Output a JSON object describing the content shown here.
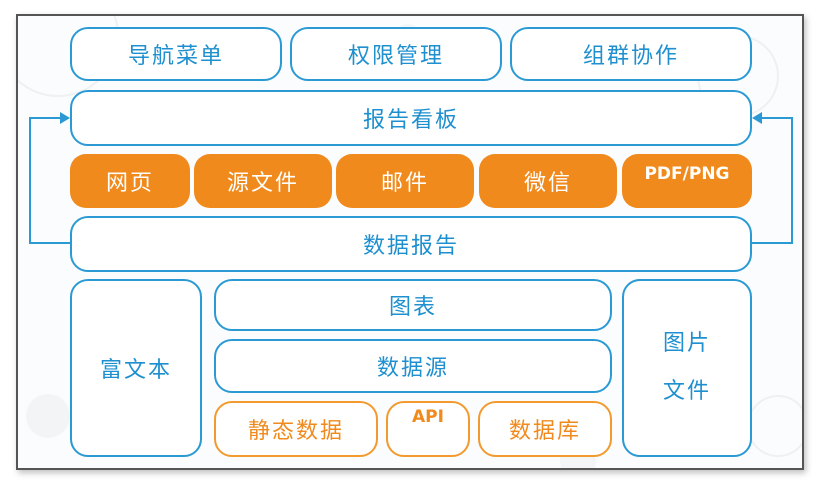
{
  "top_row": [
    "导航菜单",
    "权限管理",
    "组群协作"
  ],
  "report_board": "报告看板",
  "channels": [
    "网页",
    "源文件",
    "邮件",
    "微信",
    "PDF/PNG"
  ],
  "data_report": "数据报告",
  "rich_text": "富文本",
  "chart": "图表",
  "data_source": "数据源",
  "sources": [
    "静态数据",
    "API",
    "数据库"
  ],
  "image_file": [
    "图片",
    "文件"
  ],
  "colors": {
    "blue": "#2b9ad4",
    "orange": "#f08a1c"
  }
}
